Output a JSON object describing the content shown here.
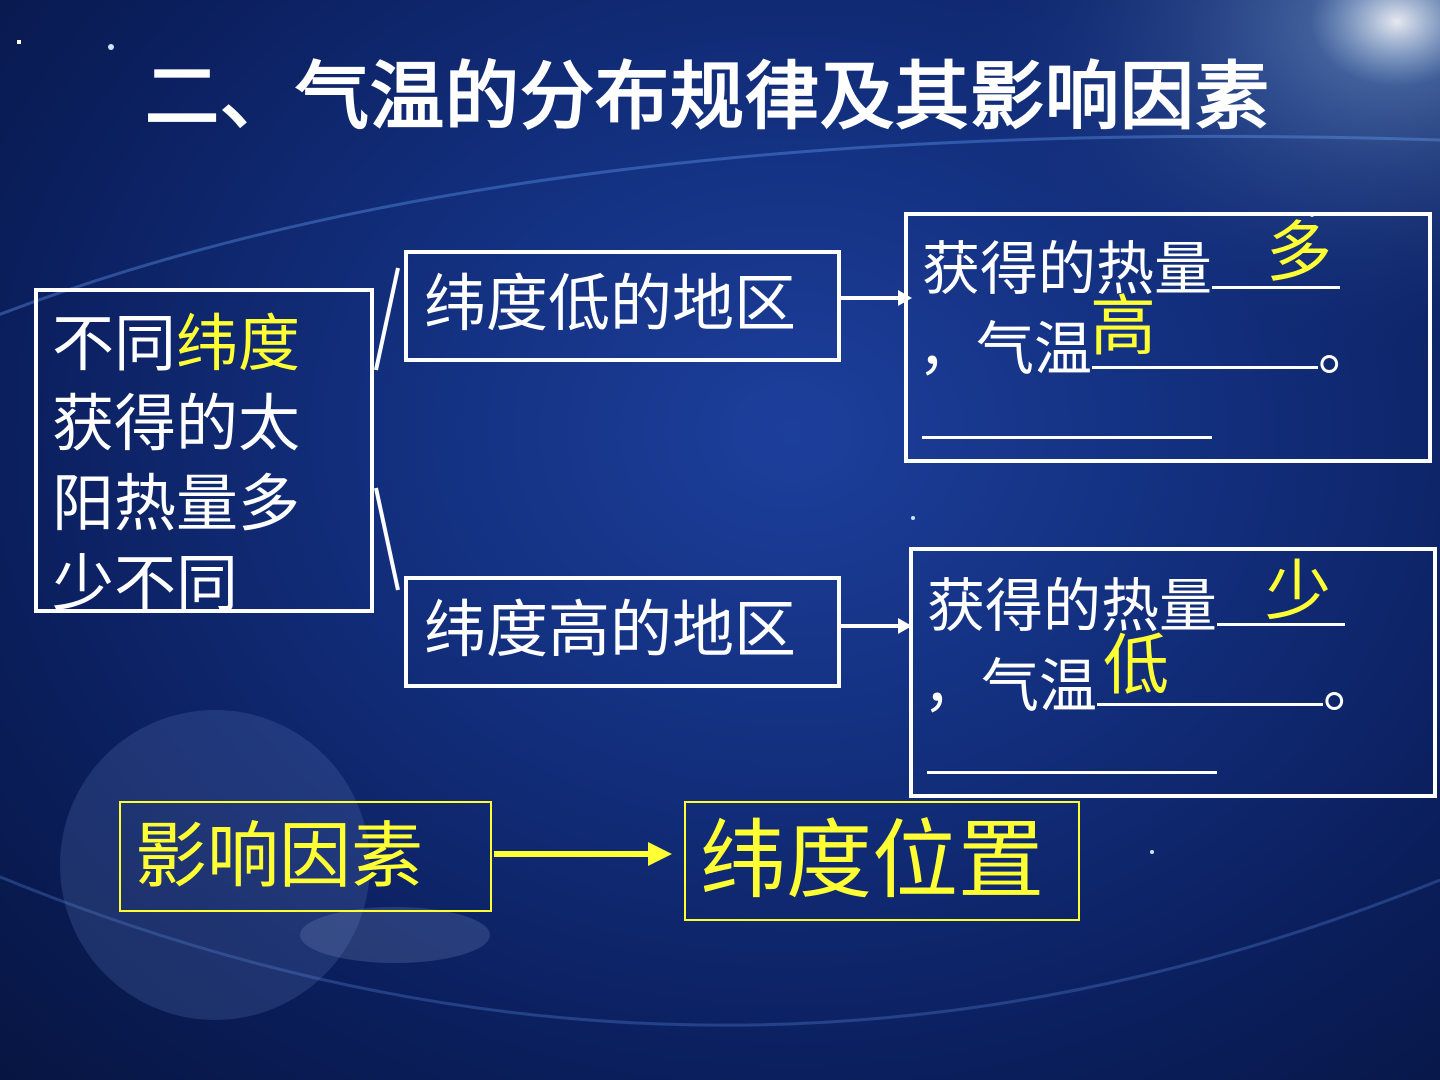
{
  "title": "二、气温的分布规律及其影响因素",
  "cause": {
    "prefix": "不同",
    "highlight": "纬度",
    "rest_lines": [
      "获得的太",
      "阳热量多",
      "少不同"
    ]
  },
  "regions": [
    {
      "label": "纬度低的地区"
    },
    {
      "label": "纬度高的地区"
    }
  ],
  "results": [
    {
      "heat_text": "获得的热量",
      "heat_answer": "多",
      "temp_prefix": "，气温",
      "temp_answer": "高",
      "temp_suffix": "。"
    },
    {
      "heat_text": "获得的热量",
      "heat_answer": "少",
      "temp_prefix": "，气温",
      "temp_answer": "低",
      "temp_suffix": "。"
    }
  ],
  "factor": {
    "label": "影响因素",
    "value": "纬度位置"
  },
  "colors": {
    "background": "#13307f",
    "text": "#ffffff",
    "highlight": "#ffff33"
  }
}
